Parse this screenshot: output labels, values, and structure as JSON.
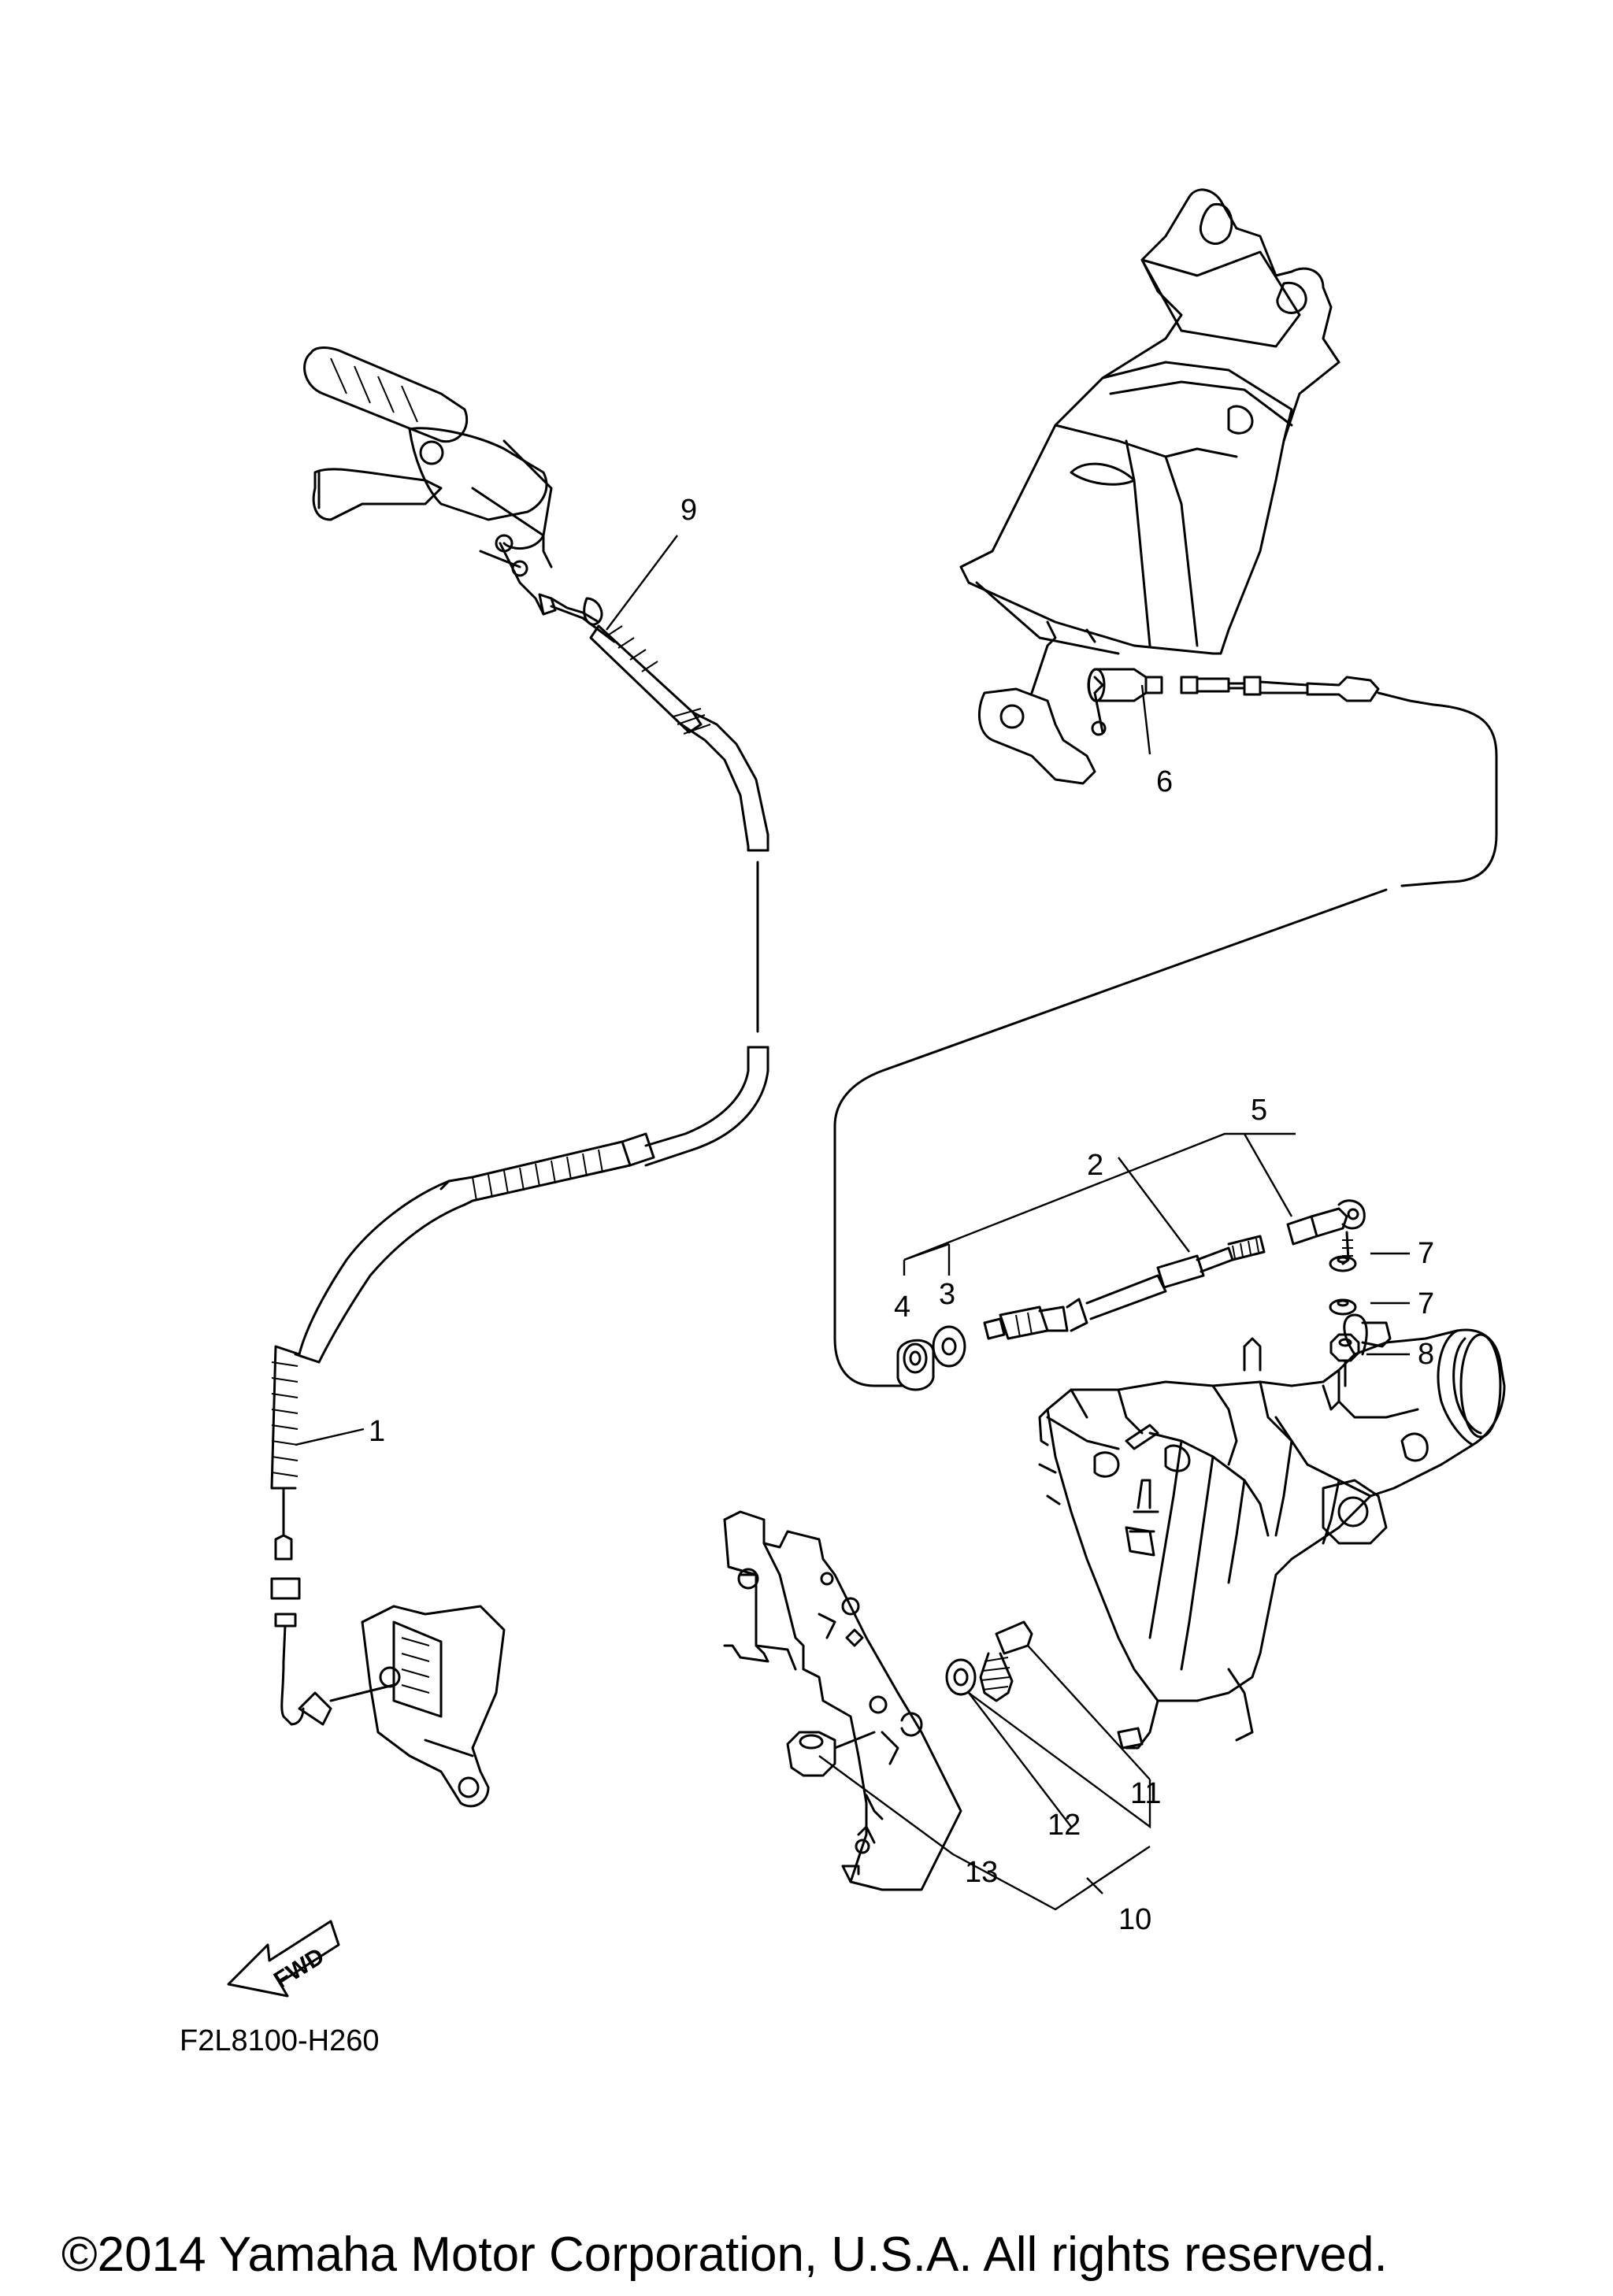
{
  "diagram": {
    "callouts": [
      "1",
      "2",
      "3",
      "4",
      "5",
      "6",
      "7",
      "7",
      "8",
      "9",
      "10",
      "11",
      "12",
      "13"
    ],
    "fwd_label": "FWD",
    "drawing_code": "F2L8100-H260",
    "copyright": "©2014 Yamaha Motor Corporation, U.S.A. All rights reserved."
  }
}
